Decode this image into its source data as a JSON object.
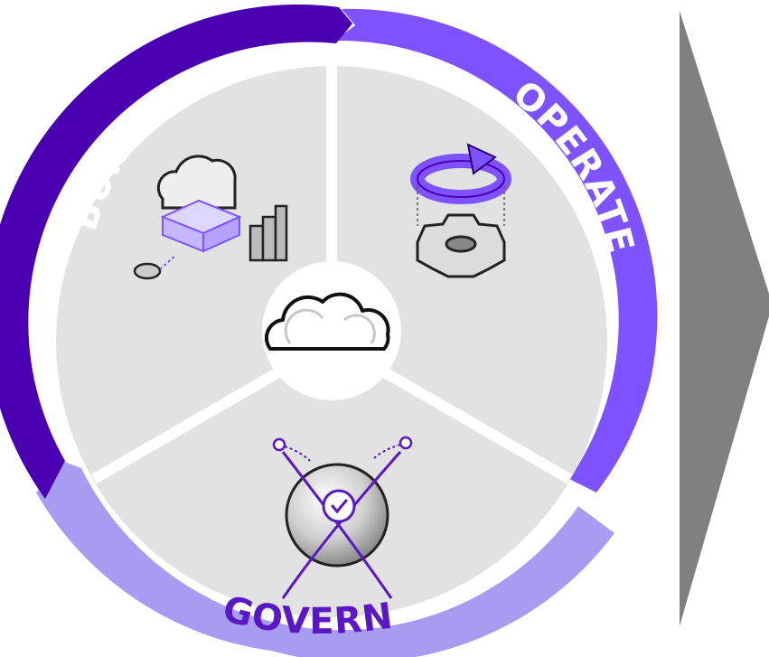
{
  "cycle": {
    "stages": [
      {
        "label": "BUILD",
        "color": "#4a00b0",
        "text_color": "#ffffff",
        "icon": "cloud-data-platform-icon"
      },
      {
        "label": "OPERATE",
        "color": "#7f52ff",
        "text_color": "#ffffff",
        "icon": "refresh-gear-icon"
      },
      {
        "label": "GOVERN",
        "color": "#a89cf2",
        "text_color": "#5a18c4",
        "icon": "governance-sphere-icon"
      }
    ],
    "center_icon": "cloud-icon",
    "segment_color": "#e2e2e2",
    "divider_color": "#ffffff"
  },
  "arrow": {
    "icon": "right-arrow-shape",
    "color": "#808080"
  }
}
